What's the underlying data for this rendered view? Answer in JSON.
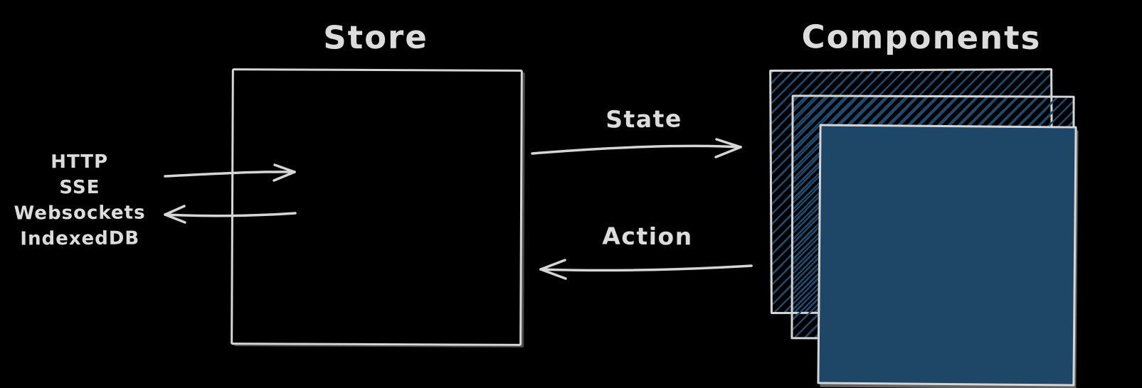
{
  "diagram": {
    "store": {
      "title": "Store"
    },
    "components": {
      "title": "Components"
    },
    "arrows": {
      "state_label": "State",
      "action_label": "Action"
    },
    "io": {
      "items": [
        "HTTP",
        "SSE",
        "Websockets",
        "IndexedDB"
      ]
    },
    "colors": {
      "background": "#000000",
      "stroke": "#d6d6d6",
      "component_fill": "#1e4667"
    }
  }
}
